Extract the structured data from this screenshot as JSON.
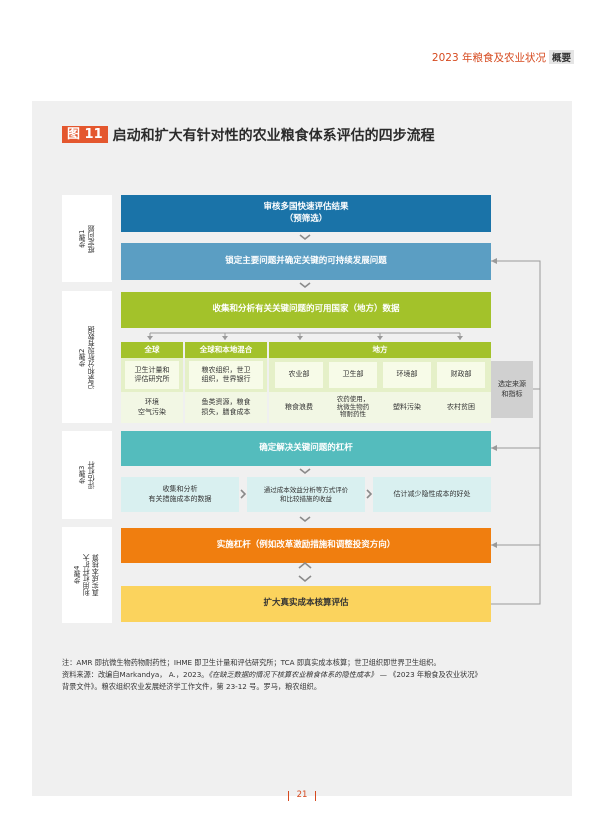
{
  "header": {
    "title": "2023 年粮食及农业状况",
    "tag": "概要"
  },
  "figure": {
    "badge": "图 11",
    "title": "启动和扩大有针对性的农业粮食体系评估的四步流程"
  },
  "steps": {
    "s1": "步骤1\n框定问题",
    "s2": "步骤2\n记录和分析现有数据",
    "s3": "步骤3\n评估杠杆",
    "s4": "步骤4\n利用杠杆扩大\n真实成本核算"
  },
  "boxes": {
    "review": "审核多国快速评估结果\n（预筛选）",
    "lock": "锁定主要问题并确定关键的可持续发展问题",
    "collect": "收集和分析有关关键问题的可用国家（地方）数据",
    "global_h": "全球",
    "global_mid": "卫生计量和\n评估研究所",
    "global_low": "环境\n空气污染",
    "mixed_h": "全球和本地混合",
    "mixed_mid": "粮农组织，世卫\n组织，世界银行",
    "mixed_low": "鱼类资源，粮食\n损失，膳食成本",
    "local_h": "地方",
    "local_mid": [
      "农业部",
      "卫生部",
      "环境部",
      "财政部"
    ],
    "local_low": [
      "粮食浪费",
      "农药使用，\n抗微生物药\n物耐药性",
      "塑料污染",
      "农村贫困"
    ],
    "select": "选定来源\n和指标",
    "identify": "确定解决关键问题的杠杆",
    "collect2": "收集和分析\n有关措施成本的数据",
    "compare": "通过成本效益分析等方式评价\n和比较措施的收益",
    "estimate": "估计减少隐性成本的好处",
    "implement": "实施杠杆（例如改革激励措施和调整投资方向）",
    "expand": "扩大真实成本核算评估"
  },
  "notes": {
    "line1": "注：AMR 即抗微生物药物耐药性；IHME 即卫生计量和评估研究所；TCA 即真实成本核算；世卫组织即世界卫生组织。",
    "line2a": "资料来源：改编自Markandya， A.，2023。",
    "line2b": "《在缺乏数据的情况下核算农业粮食体系的隐性成本》",
    "line2c": " — 《2023 年粮食及农业状况》",
    "line3": "背景文件》。粮农组织农业发展经济学工作文件，第 23-12 号。罗马，粮农组织。"
  },
  "page": {
    "number": "21"
  },
  "colors": {
    "accent_orange": "#e4572e",
    "dark_blue": "#1a73a8",
    "mid_blue": "#5b9ec3",
    "green": "#a3c22a",
    "teal": "#54bcbd",
    "orange": "#f07e0f",
    "yellow": "#fbd35d"
  }
}
